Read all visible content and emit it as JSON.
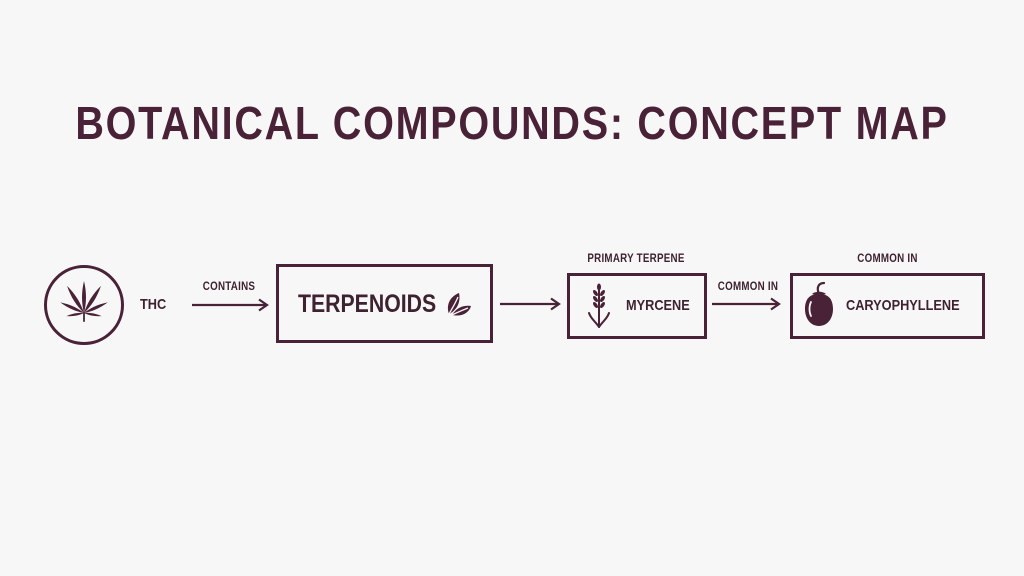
{
  "title": "BOTANICAL COMPOUNDS: CONCEPT MAP",
  "colors": {
    "primary": "#4a2237",
    "background": "#f8f7f7"
  },
  "nodes": [
    {
      "label": "THC",
      "icon": "cannabis-leaf-icon"
    },
    {
      "label": "TERPENOIDS",
      "icon": "leaves-icon"
    },
    {
      "label": "MYRCENE",
      "icon": "wheat-sprig-icon",
      "caption": "PRIMARY TERPENE"
    },
    {
      "label": "CARYOPHYLLENE",
      "icon": "pepper-icon",
      "caption": "COMMON IN"
    }
  ],
  "edges": [
    {
      "from": "THC",
      "to": "TERPENOIDS",
      "label": "CONTAINS"
    },
    {
      "from": "TERPENOIDS",
      "to": "MYRCENE",
      "label": ""
    },
    {
      "from": "MYRCENE",
      "to": "CARYOPHYLLENE",
      "label": "COMMON IN"
    }
  ]
}
